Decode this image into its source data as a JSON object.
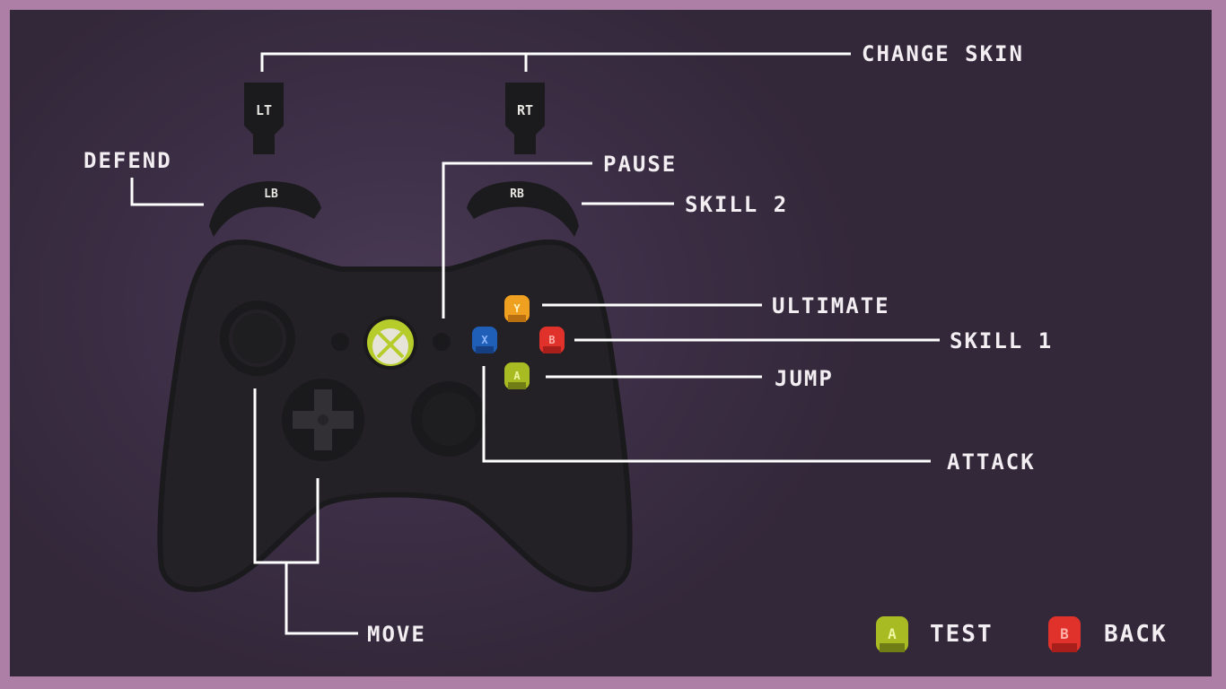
{
  "screen": "controller-mapping",
  "colors": {
    "frame": "#ad7fa7",
    "background": "#33283a",
    "controller_body": "#232125",
    "controller_outline": "#1a1a1c",
    "line": "#ffffff",
    "button_a": "#a9bb23",
    "button_b": "#e0312b",
    "button_x": "#1f5fb8",
    "button_y": "#f0a020",
    "guide_ring": "#b6cc2a",
    "guide_face": "#e6e4d8"
  },
  "controller": {
    "lt_label": "LT",
    "rt_label": "RT",
    "lb_label": "LB",
    "rb_label": "RB",
    "a_label": "A",
    "b_label": "B",
    "x_label": "X",
    "y_label": "Y",
    "guide_icon": "xbox-logo-icon"
  },
  "labels": {
    "change_skin": "CHANGE SKIN",
    "defend": "DEFEND",
    "pause": "PAUSE",
    "skill2": "SKILL 2",
    "ultimate": "ULTIMATE",
    "skill1": "SKILL 1",
    "jump": "JUMP",
    "attack": "ATTACK",
    "move": "MOVE"
  },
  "footer": {
    "test": {
      "label": "TEST",
      "button": "A",
      "icon": "a-button-icon"
    },
    "back": {
      "label": "BACK",
      "button": "B",
      "icon": "b-button-icon"
    }
  }
}
